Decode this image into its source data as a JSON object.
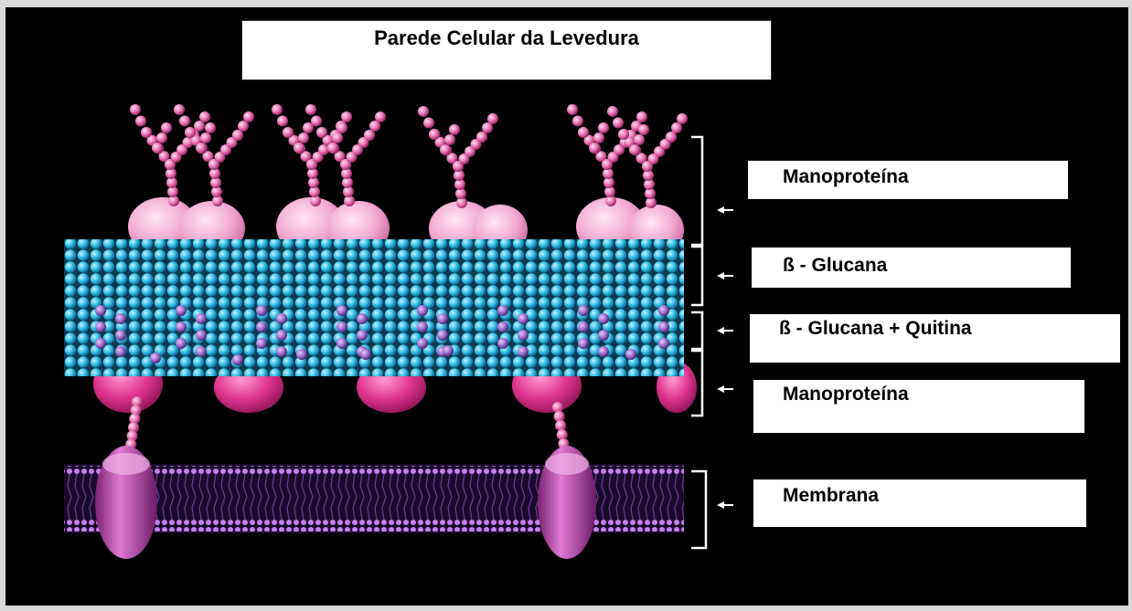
{
  "title": "Parede Celular da Levedura",
  "labels": {
    "mannoprotein_top": "Manoproteína",
    "beta_glucan": "ß - Glucana",
    "beta_glucan_chitin": "ß - Glucana + Quitina",
    "mannoprotein_bottom": "Manoproteína",
    "membrane": "Membrana"
  },
  "colors": {
    "background": "#000000",
    "glucan_sphere": "#36c0e6",
    "chitin_sphere": "#9b6bc9",
    "mannoprotein_top": "#f2a6cf",
    "mannoprotein_bottom": "#e0358f",
    "membrane": "#7a2fb0",
    "membrane_protein": "#c34cb4",
    "bracket": "#ffffff"
  }
}
